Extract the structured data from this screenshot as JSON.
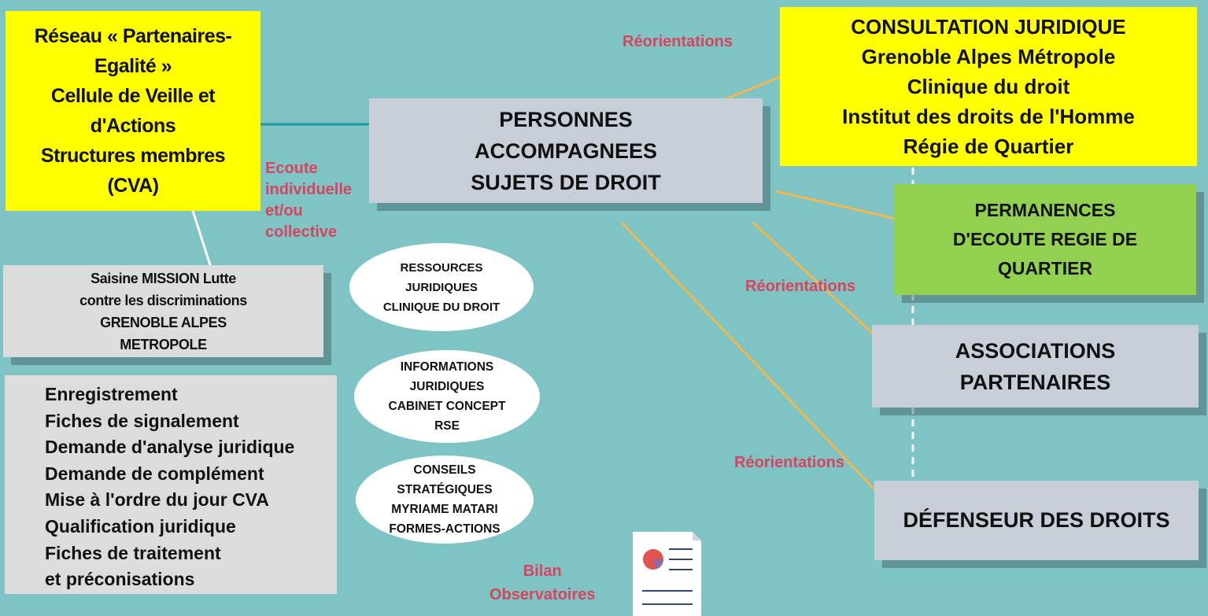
{
  "reseau": {
    "lines": [
      "Réseau « Partenaires-",
      "Egalité »",
      "Cellule de Veille et",
      "d'Actions",
      "Structures membres",
      "(CVA)"
    ]
  },
  "consultation": {
    "lines": [
      "CONSULTATION JURIDIQUE",
      "Grenoble Alpes Métropole",
      "Clinique du droit",
      "Institut des droits de l'Homme",
      "Régie de Quartier"
    ]
  },
  "personnes": {
    "lines": [
      "PERSONNES",
      "ACCOMPAGNEES",
      "SUJETS DE DROIT"
    ]
  },
  "permanences": {
    "lines": [
      "PERMANENCES",
      "D'ECOUTE REGIE DE",
      "QUARTIER"
    ]
  },
  "associations": {
    "lines": [
      "ASSOCIATIONS",
      "PARTENAIRES"
    ]
  },
  "defenseur": {
    "label": "DÉFENSEUR DES DROITS"
  },
  "saisine": {
    "lines": [
      "Saisine MISSION Lutte",
      "contre les discriminations",
      "GRENOBLE  ALPES",
      "METROPOLE"
    ]
  },
  "steps": [
    "Enregistrement",
    "Fiches de signalement",
    "Demande d'analyse juridique",
    "Demande de complément",
    "Mise à l'ordre du jour CVA",
    "Qualification  juridique",
    "Fiches de traitement",
    "et préconisations"
  ],
  "ellipses": [
    {
      "lines": [
        "RESSOURCES",
        "JURIDIQUES",
        "CLINIQUE DU DROIT"
      ]
    },
    {
      "lines": [
        "INFORMATIONS",
        "JURIDIQUES",
        "CABINET CONCEPT",
        "RSE"
      ]
    },
    {
      "lines": [
        "CONSEILS",
        "STRATÉGIQUES",
        "MYRIAME MATARI",
        "FORMES-ACTIONS"
      ]
    }
  ],
  "labels": {
    "reorient_1": "Réorientations",
    "reorient_2": "Réorientations",
    "reorient_3": "Réorientations",
    "ecoute": [
      "Ecoute",
      "individuelle",
      "et/ou",
      "collective"
    ],
    "bilan": [
      "Bilan",
      "Observatoires"
    ]
  },
  "icons": {
    "document": "report-document-icon"
  },
  "colors": {
    "background": "#7ec4c4",
    "yellow": "#ffff00",
    "green": "#92d050",
    "grey": "#c7ced8",
    "label": "#d6445e",
    "connector_orange": "#f0b850",
    "connector_teal": "#1e9a9a"
  }
}
